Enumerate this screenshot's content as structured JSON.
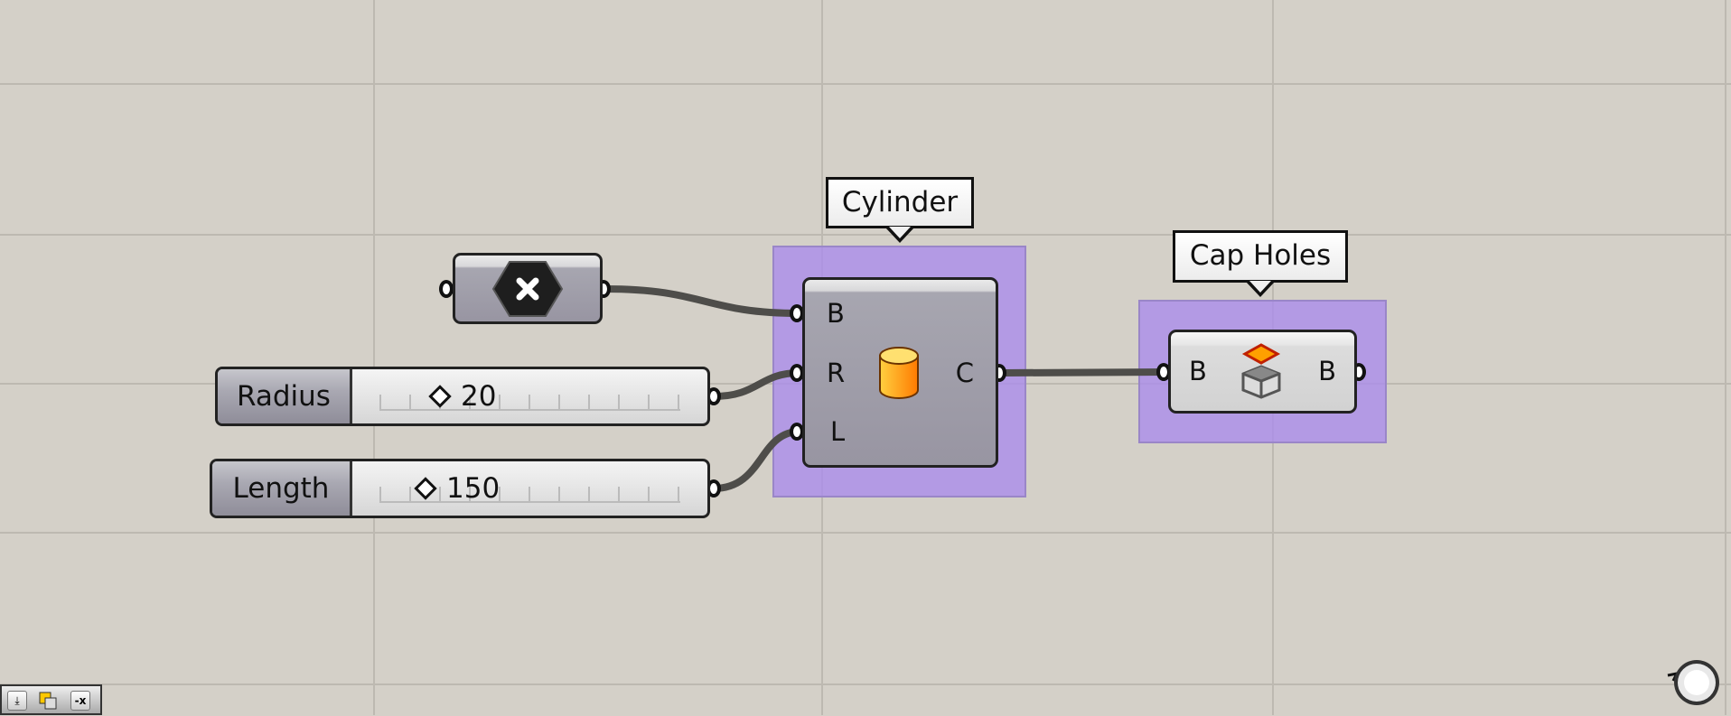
{
  "canvas": {
    "background": "#d4d0c8",
    "group_color": "#b8a2e8"
  },
  "components": {
    "boolean_param": {
      "icon": "hexagon-x-icon"
    },
    "cylinder": {
      "tooltip": "Cylinder",
      "inputs": [
        "B",
        "R",
        "L"
      ],
      "outputs": [
        "C"
      ],
      "icon": "cylinder-icon"
    },
    "cap_holes": {
      "tooltip": "Cap Holes",
      "inputs": [
        "B"
      ],
      "outputs": [
        "B"
      ],
      "icon": "cap-holes-icon"
    }
  },
  "sliders": [
    {
      "label": "Radius",
      "value": "20"
    },
    {
      "label": "Length",
      "value": "150"
    }
  ],
  "toolbar": {
    "icons": [
      "bake-icon",
      "preview-icon",
      "expression-icon"
    ],
    "expression_glyph": "-x"
  }
}
